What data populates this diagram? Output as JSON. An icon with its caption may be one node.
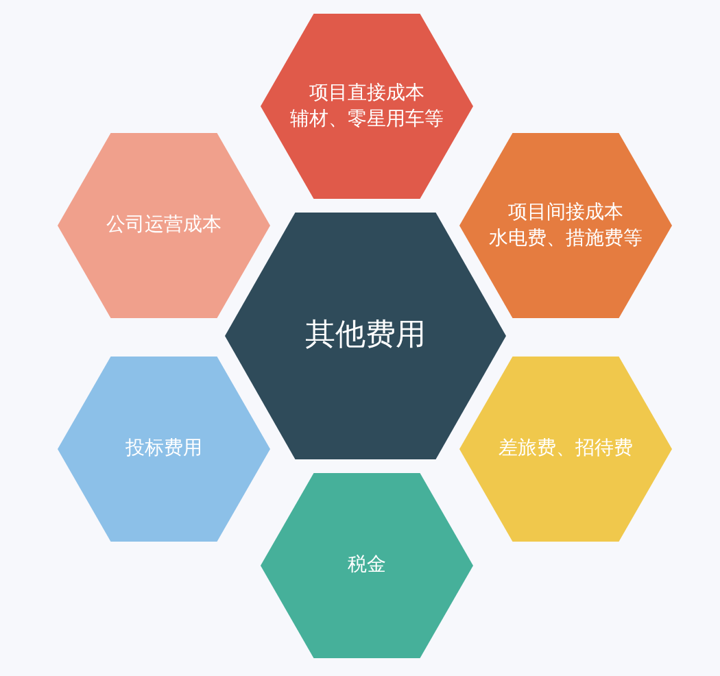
{
  "diagram": {
    "nodes": [
      {
        "text": [
          "其他费用"
        ]
      },
      {
        "text": [
          "项目直接成本",
          "辅材、零星用车等"
        ]
      },
      {
        "text": [
          "项目间接成本",
          "水电费、措施费等"
        ]
      },
      {
        "text": [
          "差旅费、招待费"
        ]
      },
      {
        "text": [
          "税金"
        ]
      },
      {
        "text": [
          "投标费用"
        ]
      },
      {
        "text": [
          "公司运营成本"
        ]
      }
    ]
  }
}
